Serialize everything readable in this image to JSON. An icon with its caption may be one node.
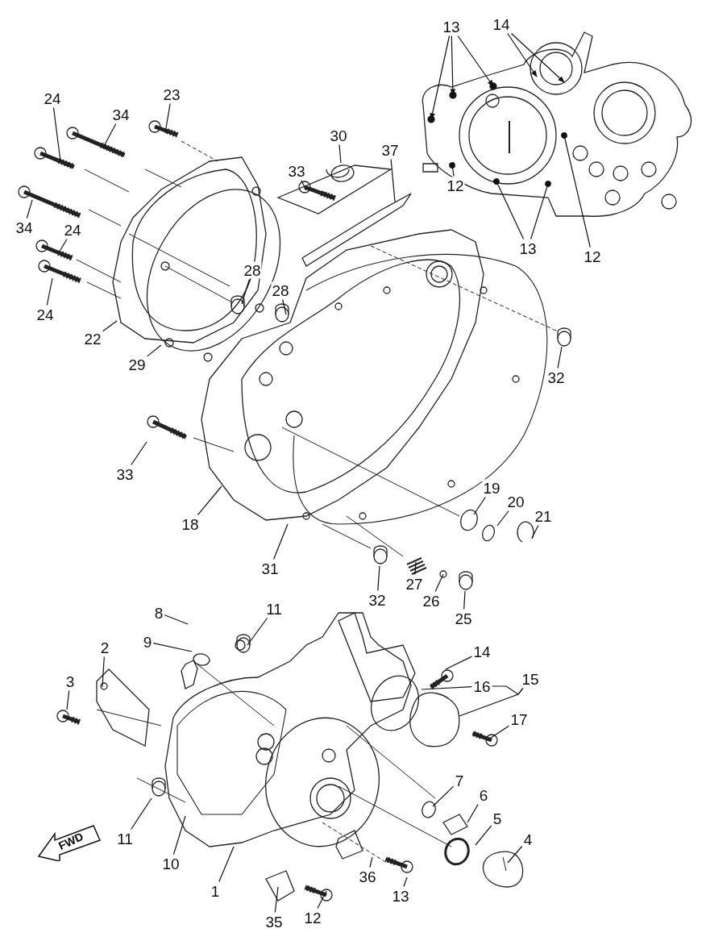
{
  "diagram": {
    "nodes": [
      {
        "text": [
          "13"
        ]
      },
      {
        "text": [
          "14"
        ]
      },
      {
        "text": [
          "12"
        ]
      },
      {
        "text": [
          "13"
        ]
      },
      {
        "text": [
          "12"
        ]
      },
      {
        "text": [
          "24"
        ]
      },
      {
        "text": [
          "34"
        ]
      },
      {
        "text": [
          "23"
        ]
      },
      {
        "text": [
          "30"
        ]
      },
      {
        "text": [
          "37"
        ]
      },
      {
        "text": [
          "33"
        ]
      },
      {
        "text": [
          "34"
        ]
      },
      {
        "text": [
          "24"
        ]
      },
      {
        "text": [
          "24"
        ]
      },
      {
        "text": [
          "22"
        ]
      },
      {
        "text": [
          "29"
        ]
      },
      {
        "text": [
          "28"
        ]
      },
      {
        "text": [
          "28"
        ]
      },
      {
        "text": [
          "32"
        ]
      },
      {
        "text": [
          "33"
        ]
      },
      {
        "text": [
          "18"
        ]
      },
      {
        "text": [
          "31"
        ]
      },
      {
        "text": [
          "19"
        ]
      },
      {
        "text": [
          "20"
        ]
      },
      {
        "text": [
          "21"
        ]
      },
      {
        "text": [
          "32"
        ]
      },
      {
        "text": [
          "27"
        ]
      },
      {
        "text": [
          "26"
        ]
      },
      {
        "text": [
          "25"
        ]
      },
      {
        "text": [
          "8"
        ]
      },
      {
        "text": [
          "9"
        ]
      },
      {
        "text": [
          "11"
        ]
      },
      {
        "text": [
          "2"
        ]
      },
      {
        "text": [
          "3"
        ]
      },
      {
        "text": [
          "14"
        ]
      },
      {
        "text": [
          "16"
        ]
      },
      {
        "text": [
          "15"
        ]
      },
      {
        "text": [
          "17"
        ]
      },
      {
        "text": [
          "7"
        ]
      },
      {
        "text": [
          "6"
        ]
      },
      {
        "text": [
          "5"
        ]
      },
      {
        "text": [
          "4"
        ]
      },
      {
        "text": [
          "11"
        ]
      },
      {
        "text": [
          "10"
        ]
      },
      {
        "text": [
          "1"
        ]
      },
      {
        "text": [
          "36"
        ]
      },
      {
        "text": [
          "13"
        ]
      },
      {
        "text": [
          "35"
        ]
      },
      {
        "text": [
          "12"
        ]
      },
      {
        "text": [
          "FWD"
        ]
      }
    ],
    "edges": [
      {
        "from": 0,
        "to": null,
        "arrow": "to"
      },
      {
        "from": 0,
        "to": null,
        "arrow": "to"
      },
      {
        "from": 0,
        "to": null,
        "arrow": "to"
      },
      {
        "from": 1,
        "to": null,
        "arrow": "to"
      },
      {
        "from": 1,
        "to": null,
        "arrow": "to"
      },
      {
        "from": 2,
        "to": null,
        "arrow": "other"
      },
      {
        "from": 3,
        "to": null,
        "arrow": "other"
      },
      {
        "from": 3,
        "to": null,
        "arrow": "other"
      },
      {
        "from": 4,
        "to": null,
        "arrow": "other"
      },
      {
        "from": 5,
        "to": null,
        "arrow": "none"
      },
      {
        "from": 6,
        "to": null,
        "arrow": "none"
      },
      {
        "from": 7,
        "to": null,
        "arrow": "none"
      },
      {
        "from": 8,
        "to": null,
        "arrow": "none"
      },
      {
        "from": 9,
        "to": null,
        "arrow": "none"
      },
      {
        "from": 10,
        "to": null,
        "arrow": "none"
      },
      {
        "from": 11,
        "to": null,
        "arrow": "none"
      },
      {
        "from": 12,
        "to": null,
        "arrow": "none"
      },
      {
        "from": 13,
        "to": null,
        "arrow": "none"
      },
      {
        "from": 14,
        "to": null,
        "arrow": "none"
      },
      {
        "from": 15,
        "to": null,
        "arrow": "none"
      },
      {
        "from": 16,
        "to": null,
        "arrow": "none"
      },
      {
        "from": 17,
        "to": null,
        "arrow": "none"
      },
      {
        "from": 18,
        "to": null,
        "arrow": "none"
      },
      {
        "from": 19,
        "to": null,
        "arrow": "none"
      },
      {
        "from": 20,
        "to": null,
        "arrow": "none"
      },
      {
        "from": 21,
        "to": null,
        "arrow": "none"
      },
      {
        "from": 22,
        "to": null,
        "arrow": "none"
      },
      {
        "from": 23,
        "to": null,
        "arrow": "none"
      },
      {
        "from": 24,
        "to": null,
        "arrow": "none"
      },
      {
        "from": 25,
        "to": null,
        "arrow": "none"
      },
      {
        "from": 26,
        "to": null,
        "arrow": "none"
      },
      {
        "from": 27,
        "to": null,
        "arrow": "none"
      },
      {
        "from": 28,
        "to": null,
        "arrow": "none"
      },
      {
        "from": 29,
        "to": null,
        "arrow": "none"
      },
      {
        "from": 30,
        "to": null,
        "arrow": "none"
      },
      {
        "from": 31,
        "to": null,
        "arrow": "none"
      },
      {
        "from": 32,
        "to": null,
        "arrow": "none"
      },
      {
        "from": 33,
        "to": null,
        "arrow": "none"
      },
      {
        "from": 34,
        "to": null,
        "arrow": "none"
      },
      {
        "from": 35,
        "to": null,
        "arrow": "none"
      },
      {
        "from": 36,
        "to": 35,
        "arrow": "none"
      },
      {
        "from": 36,
        "to": null,
        "arrow": "none"
      },
      {
        "from": 37,
        "to": null,
        "arrow": "none"
      },
      {
        "from": 38,
        "to": null,
        "arrow": "none"
      },
      {
        "from": 39,
        "to": null,
        "arrow": "none"
      },
      {
        "from": 40,
        "to": null,
        "arrow": "none"
      },
      {
        "from": 41,
        "to": null,
        "arrow": "none"
      },
      {
        "from": 42,
        "to": null,
        "arrow": "none"
      },
      {
        "from": 43,
        "to": null,
        "arrow": "none"
      },
      {
        "from": 44,
        "to": null,
        "arrow": "none"
      },
      {
        "from": 45,
        "to": null,
        "arrow": "none"
      },
      {
        "from": 46,
        "to": null,
        "arrow": "none"
      },
      {
        "from": 47,
        "to": null,
        "arrow": "none"
      },
      {
        "from": 48,
        "to": null,
        "arrow": "none"
      }
    ]
  }
}
